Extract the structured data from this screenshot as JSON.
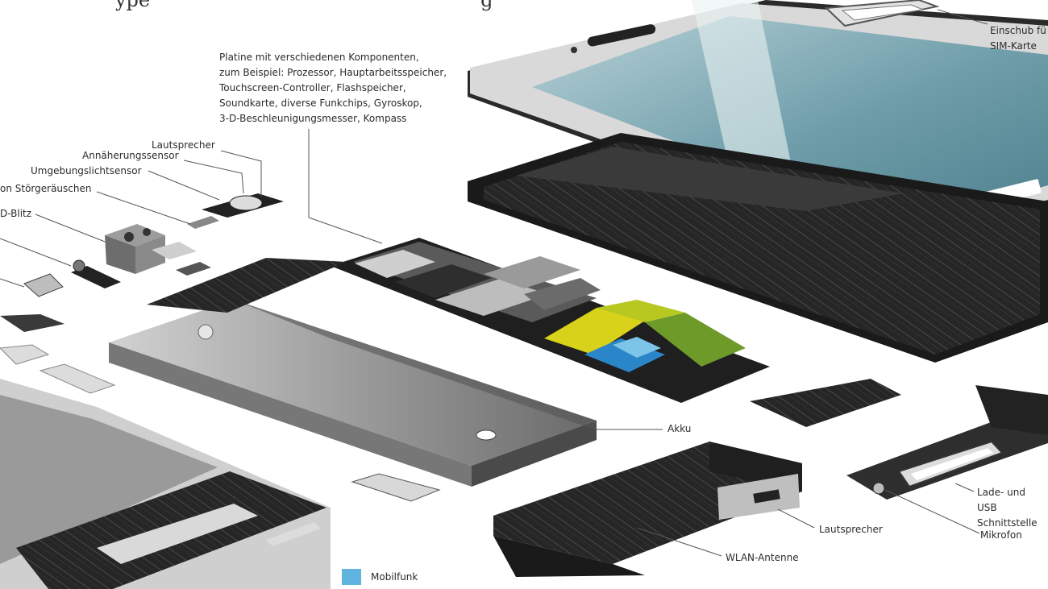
{
  "title_fragment": "ype",
  "title_fragment_2": "g",
  "labels": {
    "platine": [
      "Platine mit verschiedenen Komponenten,",
      "zum Beispiel: Prozessor, Hauptarbeitsspeicher,",
      "Touchscreen-Controller, Flashspeicher,",
      "Soundkarte, diverse Funkchips, Gyroskop,",
      "3-D-Beschleunigungsmesser, Kompass"
    ],
    "lautsprecher_top": "Lautsprecher",
    "annaeherung": "Annäherungssensor",
    "umgebungslicht": "Umgebungslichtsensor",
    "stoergeraeusche": "on Störgeräuschen",
    "blitz": "D-Blitz",
    "sim": [
      "Einschub fü",
      "SIM-Karte"
    ],
    "akku": "Akku",
    "lade_usb": [
      "Lade- und USB",
      "Schnittstelle"
    ],
    "mikrofon": "Mikrofon",
    "lautsprecher_bottom": "Lautsprecher",
    "wlan": "WLAN-Antenne"
  },
  "legend": [
    {
      "label": "Mobilfunk",
      "color": "#5fb4e0"
    }
  ],
  "colors": {
    "ink": "#1c1c1c",
    "dark_gray": "#3a3a3a",
    "mid_gray": "#8a8a8a",
    "light_gray": "#c9c9c9",
    "screen_blue": "#6f9eaa",
    "chip_yellow": "#d8d21a",
    "chip_yellow_green": "#b8c820",
    "chip_green": "#6e9a2a",
    "chip_blue": "#2a86c8",
    "chip_light_blue": "#7cc4e8"
  }
}
